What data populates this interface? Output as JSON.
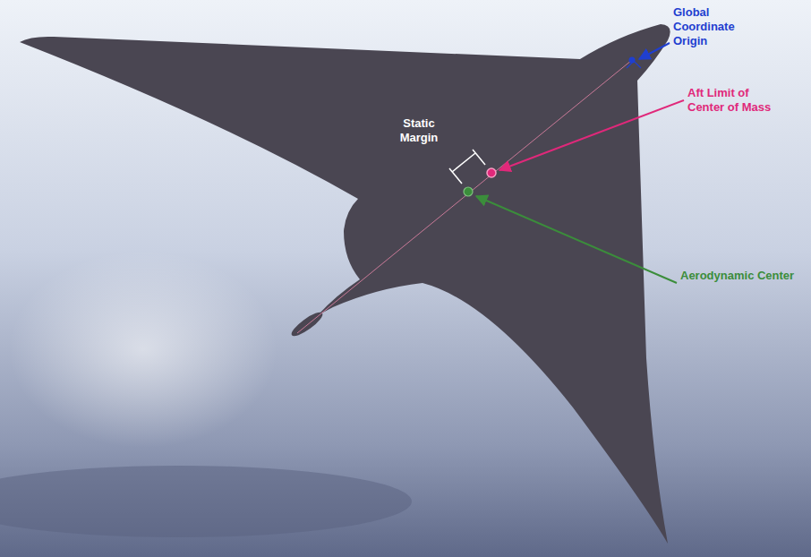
{
  "diagram": {
    "labels": [
      "Global Coordinate Origin",
      "Static Margin",
      "Aft Limit of Center of Mass",
      "Aerodynamic Center"
    ]
  }
}
